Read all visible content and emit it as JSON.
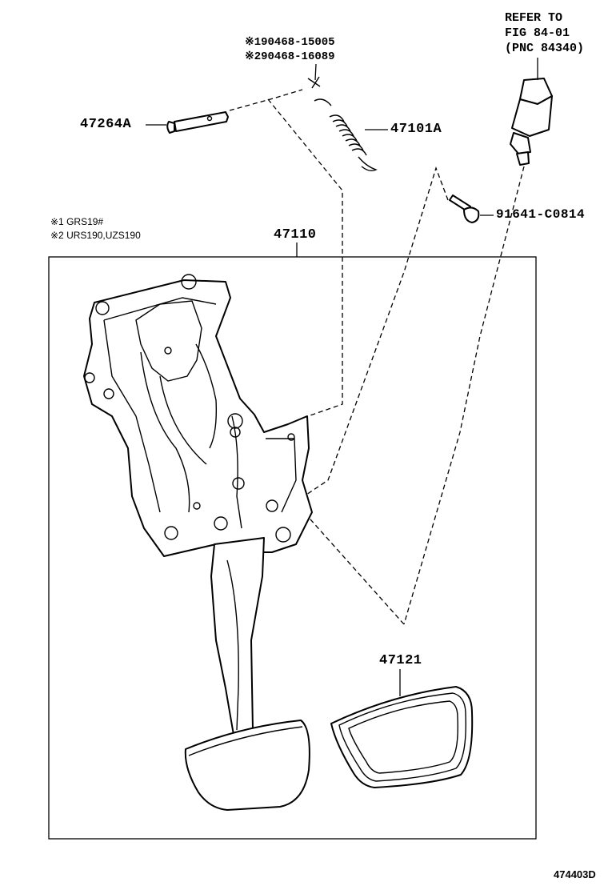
{
  "notes": {
    "clip_note_1": "※190468-15005",
    "clip_note_2": "※290468-16089",
    "applicability_1": "※1 GRS19#",
    "applicability_2": "※2 URS190,UZS190"
  },
  "reference": {
    "line1": "REFER TO",
    "line2": "FIG 84-01",
    "line3": "(PNC 84340)"
  },
  "parts": {
    "pin": "47264A",
    "spring": "47101A",
    "bolt": "91641-C0814",
    "assembly": "47110",
    "pad": "47121"
  },
  "figure_id": "474403D"
}
